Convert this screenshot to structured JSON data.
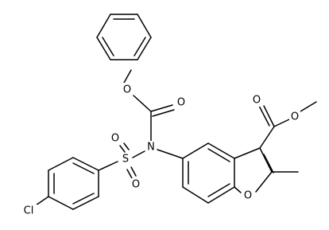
{
  "molecule": {
    "atom_labels": {
      "ester_carbonyl_o": "O",
      "ester_methoxy_o": "O",
      "carbamate_carbonyl_o": "O",
      "carbamate_ether_o": "O",
      "sulfonyl_o_upper": "O",
      "sulfonyl_o_lower": "O",
      "sulfur": "S",
      "nitrogen": "N",
      "furan_o": "O",
      "chlorine": "Cl"
    }
  }
}
